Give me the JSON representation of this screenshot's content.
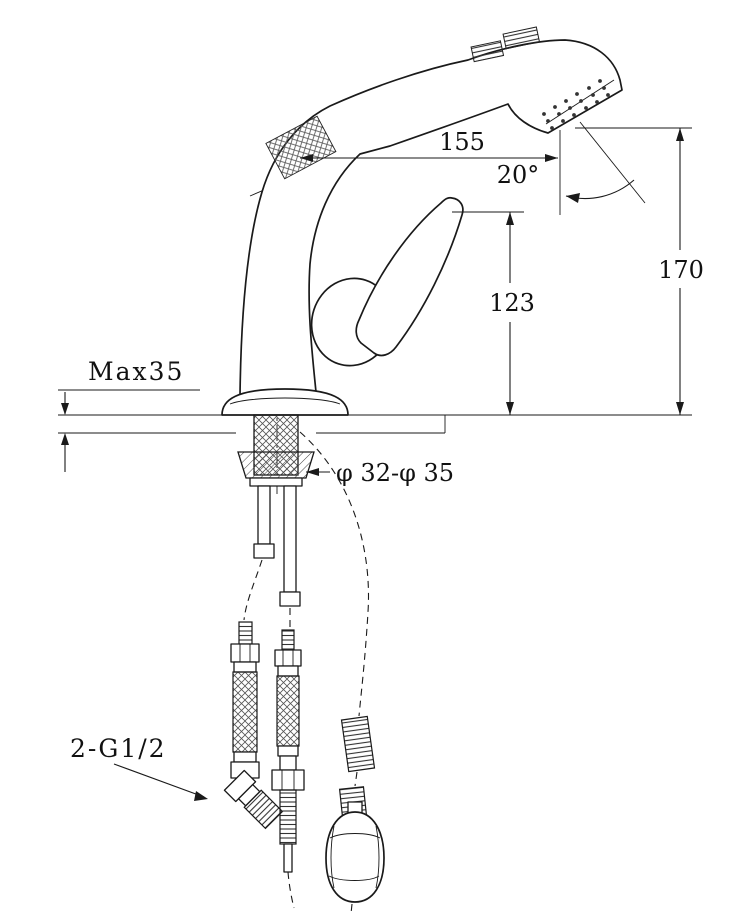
{
  "drawing": {
    "type": "faucet-installation-technical-drawing",
    "labels": {
      "reach": "155",
      "angle": "20°",
      "height_total": "170",
      "height_spout": "123",
      "max_thickness": "Max35",
      "hole_diameter": "φ 32-φ 35",
      "thread": "2-G1/2"
    },
    "line_color": "#1a1a1a",
    "background": "#ffffff"
  }
}
